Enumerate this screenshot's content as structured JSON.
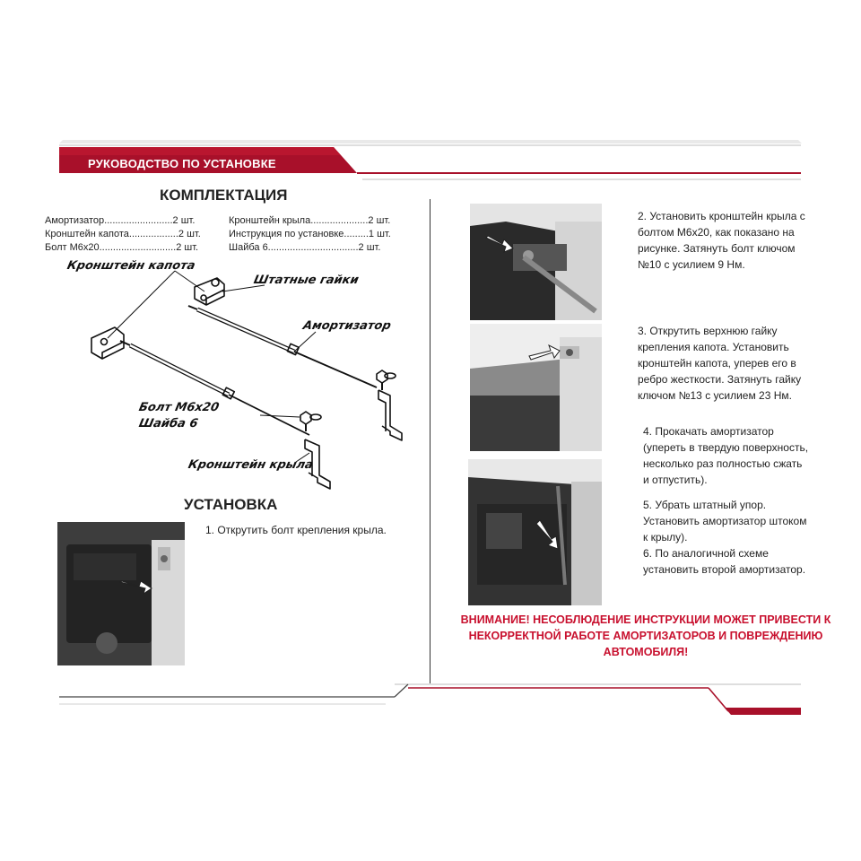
{
  "header": {
    "title": "РУКОВОДСТВО ПО УСТАНОВКЕ"
  },
  "kit": {
    "heading": "КОМПЛЕКТАЦИЯ",
    "left_items": [
      "Амортизатор.........................2 шт.",
      "Кронштейн капота..................2 шт.",
      "Болт М6х20............................2 шт."
    ],
    "right_items": [
      "Кронштейн крыла.....................2 шт.",
      "Инструкция по установке.........1 шт.",
      "Шайба 6.................................2 шт."
    ]
  },
  "diagram_labels": {
    "hood_bracket": "Кронштейн капота",
    "stock_nuts": "Штатные гайки",
    "strut": "Амортизатор",
    "bolt": "Болт М6х20",
    "washer": "Шайба 6",
    "wing_bracket": "Кронштейн крыла"
  },
  "install": {
    "heading": "УСТАНОВКА",
    "step1": "1.  Открутить болт крепления крыла.",
    "step2": [
      "2. Установить кронштейн крыла с",
      "болтом М6х20, как показано на",
      "рисунке. Затянуть болт ключом",
      "№10 с усилием 9 Нм."
    ],
    "step3": [
      "3. Открутить верхнюю гайку",
      "крепления капота. Установить",
      "кронштейн капота, уперев его в",
      "ребро жесткости. Затянуть гайку",
      "ключом №13 с усилием 23 Нм."
    ],
    "step4": [
      "4. Прокачать амортизатор",
      "(упереть в твердую поверхность,",
      "несколько раз полностью сжать",
      "и отпустить)."
    ],
    "step5": [
      "5. Убрать штатный упор.",
      "Установить амортизатор штоком",
      "к крылу)."
    ],
    "step6": [
      "6. По аналогичной схеме",
      "установить второй амортизатор."
    ]
  },
  "warning": [
    "ВНИМАНИЕ! НЕСОБЛЮДЕНИЕ ИНСТРУКЦИИ МОЖЕТ ПРИВЕСТИ К",
    "НЕКОРРЕКТНОЙ РАБОТЕ АМОРТИЗАТОРОВ И ПОВРЕЖДЕНИЮ",
    "АВТОМОБИЛЯ!"
  ],
  "colors": {
    "accent": "#a8102a",
    "accent_dark": "#7a0b1e",
    "warning": "#c8102e"
  }
}
